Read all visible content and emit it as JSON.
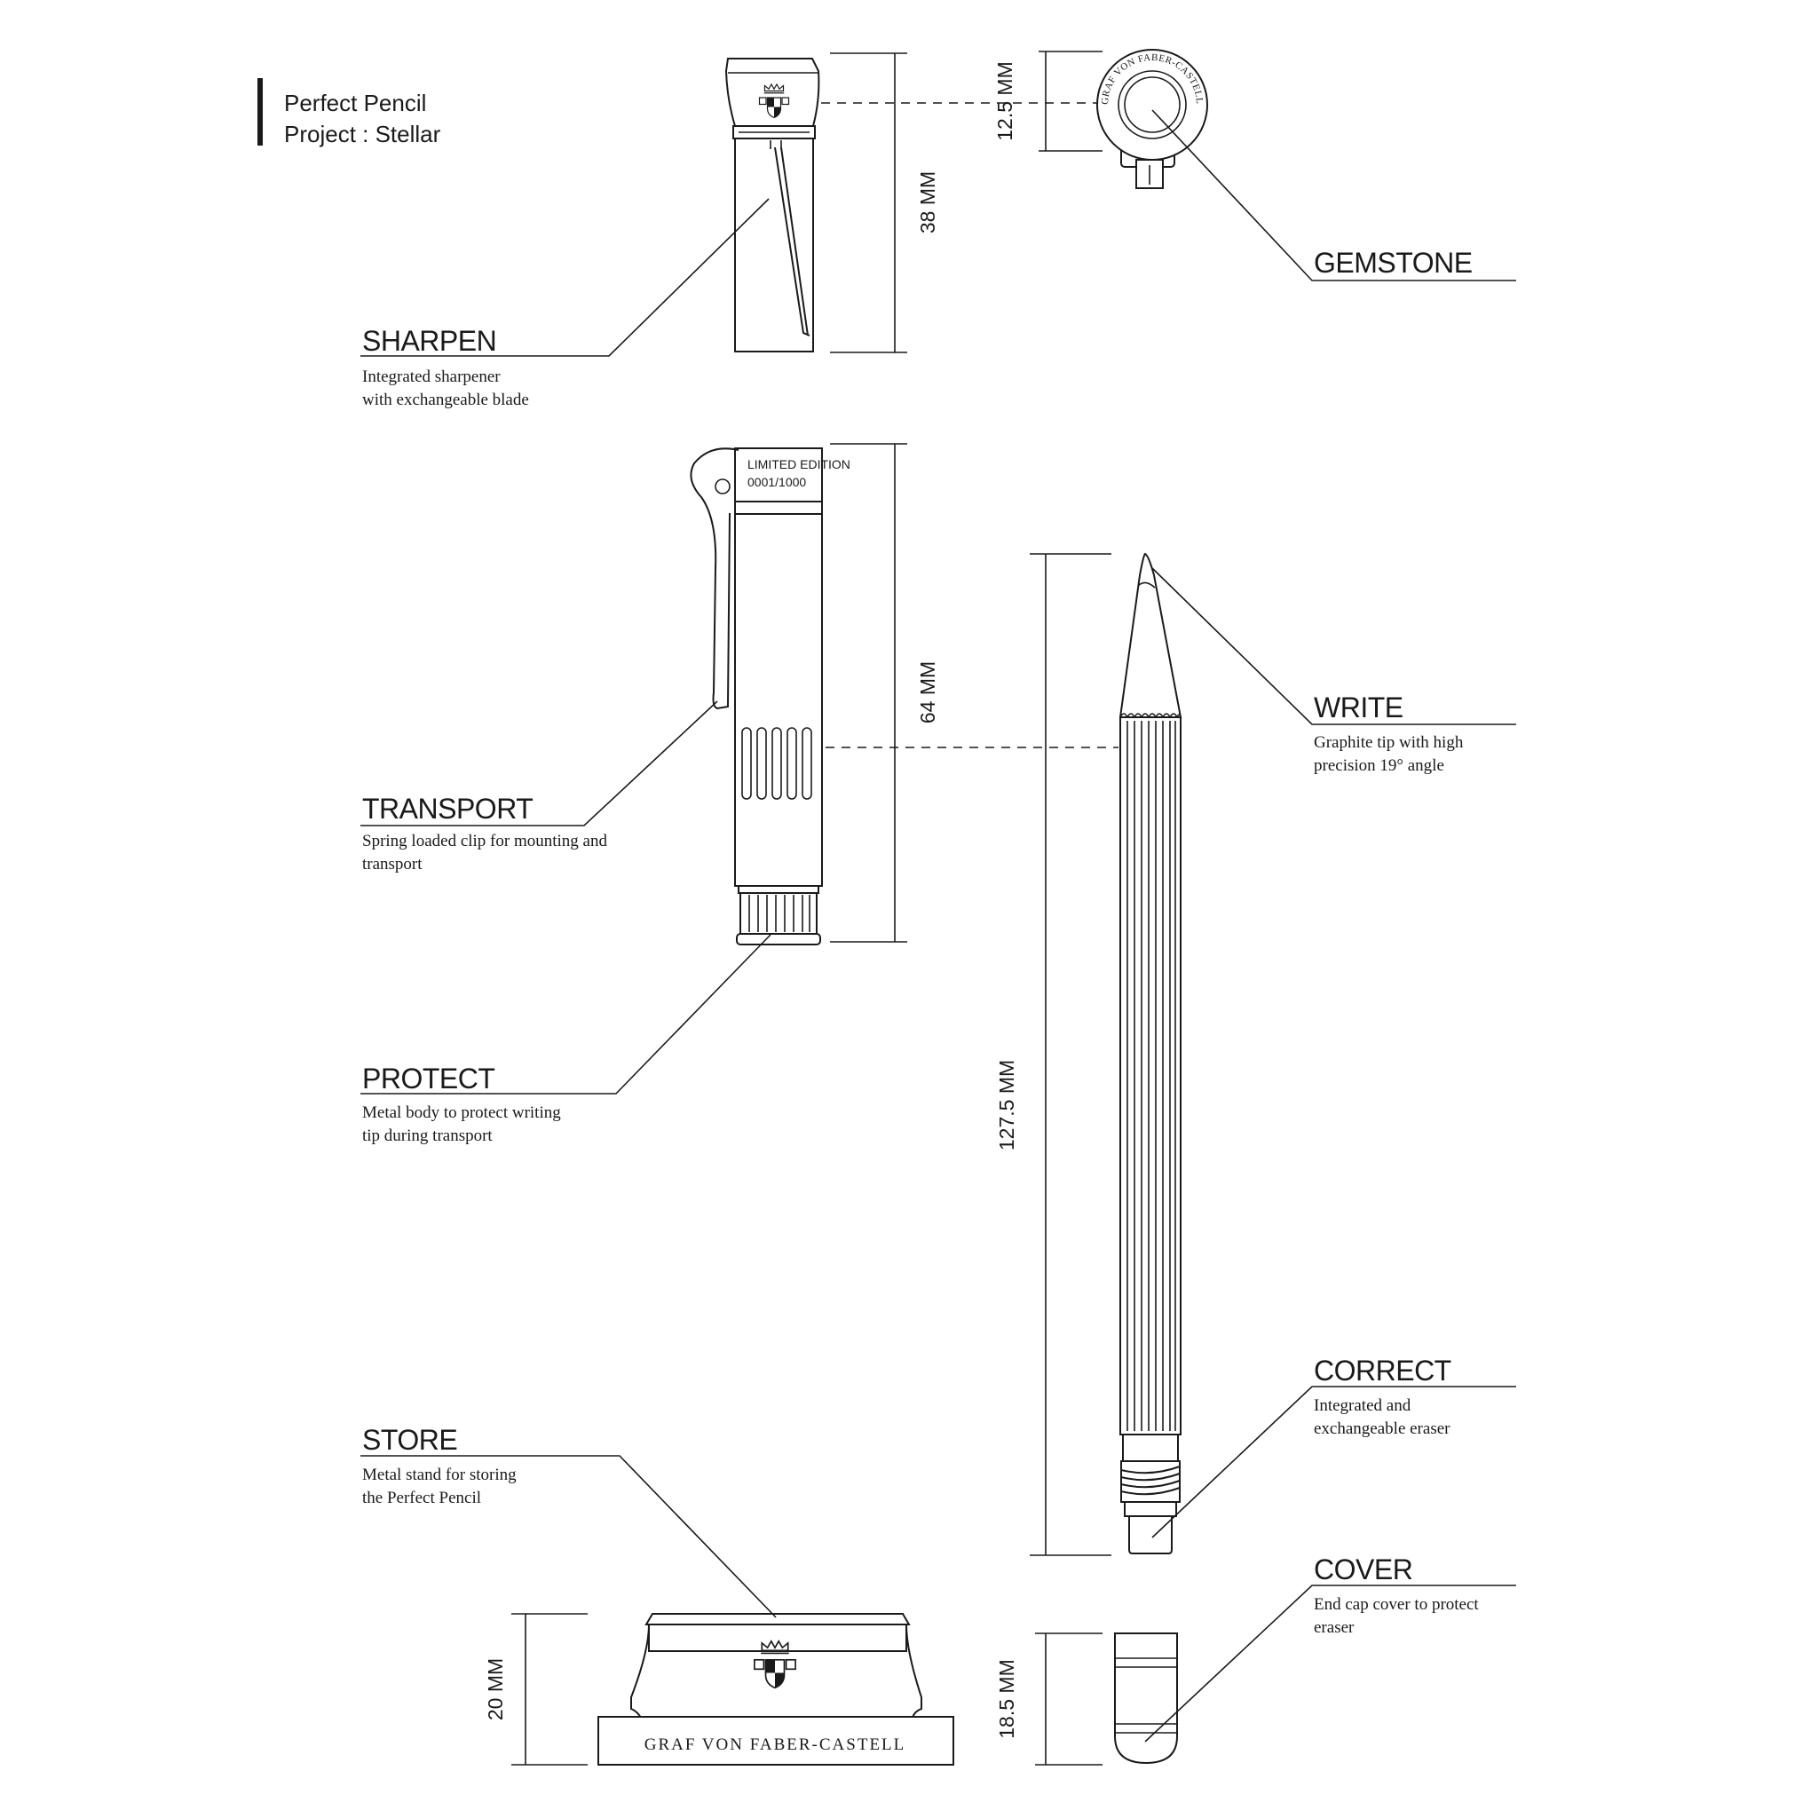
{
  "project": {
    "line1": "Perfect Pencil",
    "line2": "Project : Stellar"
  },
  "callouts": {
    "sharpen": {
      "title": "SHARPEN",
      "line1": "Integrated sharpener",
      "line2": "with exchangeable blade"
    },
    "transport": {
      "title": "TRANSPORT",
      "line1": "Spring loaded clip for mounting and",
      "line2": "transport"
    },
    "protect": {
      "title": "PROTECT",
      "line1": "Metal body to protect writing",
      "line2": "tip during transport"
    },
    "store": {
      "title": "STORE",
      "line1": "Metal stand for storing",
      "line2": "the Perfect Pencil"
    },
    "gemstone": {
      "title": "GEMSTONE"
    },
    "write": {
      "title": "WRITE",
      "line1": "Graphite tip with high",
      "line2": "precision 19° angle"
    },
    "correct": {
      "title": "CORRECT",
      "line1": "Integrated and",
      "line2": "exchangeable eraser"
    },
    "cover": {
      "title": "COVER",
      "line1": "End cap cover to protect",
      "line2": "eraser"
    }
  },
  "dimensions": {
    "sharpener_length": "38 MM",
    "gemstone_diameter": "12.5 MM",
    "extender_length": "64 MM",
    "pencil_length": "127.5 MM",
    "stand_height": "20 MM",
    "cap_length": "18.5 MM"
  },
  "edition": {
    "line1": "LIMITED EDITION",
    "line2": "0001/1000"
  },
  "brand": {
    "stand_text": "GRAF VON FABER-CASTELL",
    "ring_text": "GRAF VON FABER-CASTELL"
  }
}
